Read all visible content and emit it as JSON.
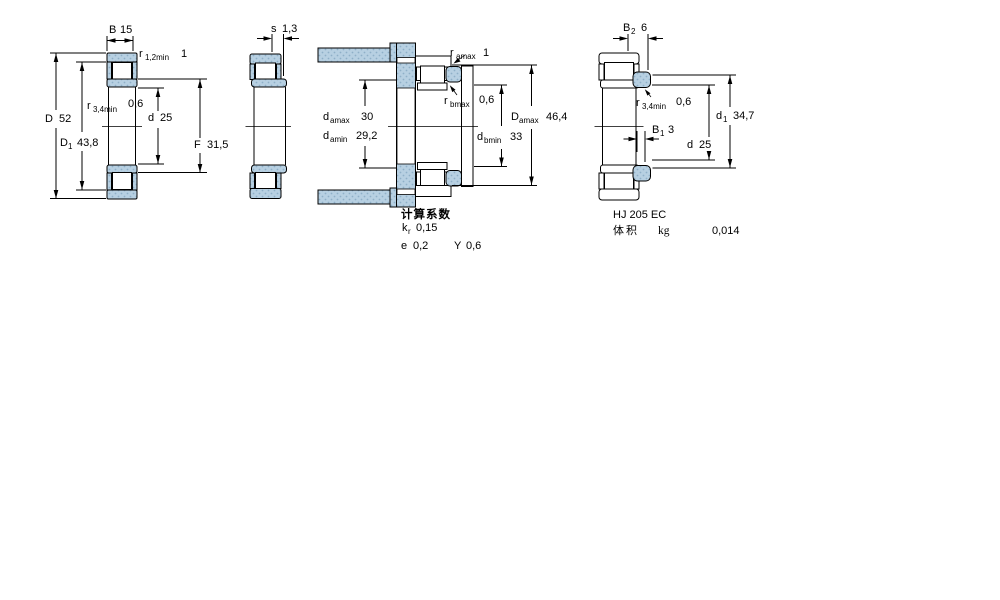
{
  "colors": {
    "background": "#ffffff",
    "line": "#000000",
    "hatch_base": "#b7d0e2",
    "hatch_dot": "#8fb0c8"
  },
  "bearing_view": {
    "B": {
      "symbol": "B",
      "value": "15"
    },
    "r12": {
      "symbol": "r",
      "subscript": "1,2min",
      "value": "1"
    },
    "D": {
      "symbol": "D",
      "value": "52"
    },
    "r34": {
      "symbol": "r",
      "subscript": "3,4min",
      "value": "0,6"
    },
    "d": {
      "symbol": "d",
      "value": "25"
    },
    "D1": {
      "symbol": "D",
      "subscript": "1",
      "value": "43,8"
    },
    "F": {
      "symbol": "F",
      "value": "31,5"
    }
  },
  "displacement_view": {
    "s": {
      "symbol": "s",
      "value": "1,3"
    }
  },
  "mounting_view": {
    "ramax": {
      "symbol": "r",
      "subscript": "amax",
      "value": "1"
    },
    "damax": {
      "symbol": "d",
      "subscript": "amax",
      "value": "30"
    },
    "damin": {
      "symbol": "d",
      "subscript": "amin",
      "value": "29,2"
    },
    "rbmax": {
      "symbol": "r",
      "subscript": "bmax",
      "value": "0,6"
    },
    "Damax": {
      "symbol": "D",
      "subscript": "amax",
      "value": "46,4"
    },
    "dbmin": {
      "symbol": "d",
      "subscript": "bmin",
      "value": "33"
    }
  },
  "angle_ring_view": {
    "B2": {
      "symbol": "B",
      "subscript": "2",
      "value": "6"
    },
    "r34": {
      "symbol": "r",
      "subscript": "3,4min",
      "value": "0,6"
    },
    "B1": {
      "symbol": "B",
      "subscript": "1",
      "value": "3"
    },
    "d": {
      "symbol": "d",
      "value": "25"
    },
    "d1": {
      "symbol": "d",
      "subscript": "1",
      "value": "34,7"
    }
  },
  "calculation_factors": {
    "title": "计算系数",
    "kr": {
      "symbol": "k",
      "subscript": "r",
      "value": "0,15"
    },
    "e": {
      "symbol": "e",
      "value": "0,2"
    },
    "Y": {
      "symbol": "Y",
      "value": "0,6"
    }
  },
  "product": {
    "designation": "HJ 205 EC",
    "mass_label": "体积",
    "mass_unit": "kg",
    "mass_value": "0,014"
  }
}
